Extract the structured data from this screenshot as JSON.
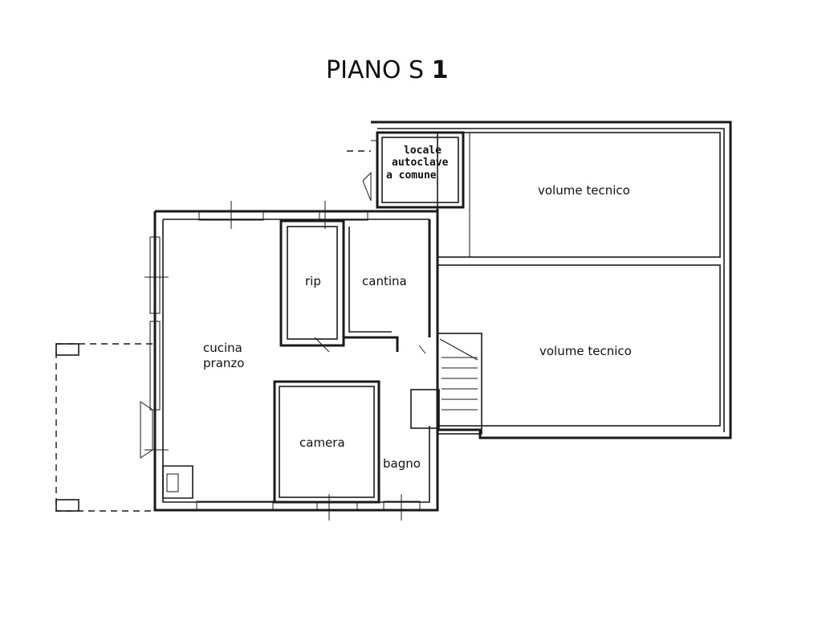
{
  "title": {
    "text": "PIANO S",
    "number": "1"
  },
  "rooms": {
    "locale_line1": "locale",
    "locale_line2": "autoclave",
    "locale_line3": "a comune",
    "volume_tecnico_top": "volume tecnico",
    "volume_tecnico_bottom": "volume tecnico",
    "rip": "rip",
    "cantina": "cantina",
    "cucina_line1": "cucina",
    "cucina_line2": "pranzo",
    "camera": "camera",
    "bagno": "bagno"
  }
}
